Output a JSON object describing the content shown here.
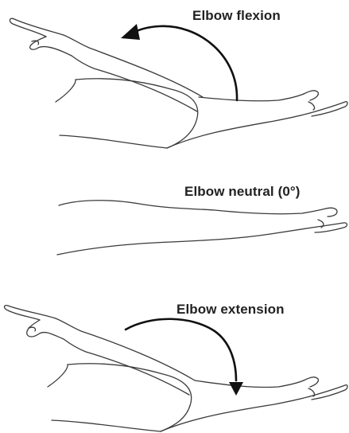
{
  "panels": [
    {
      "id": "flexion",
      "label": "Elbow flexion"
    },
    {
      "id": "neutral",
      "label": "Elbow neutral (0°)"
    },
    {
      "id": "extension",
      "label": "Elbow extension"
    }
  ]
}
